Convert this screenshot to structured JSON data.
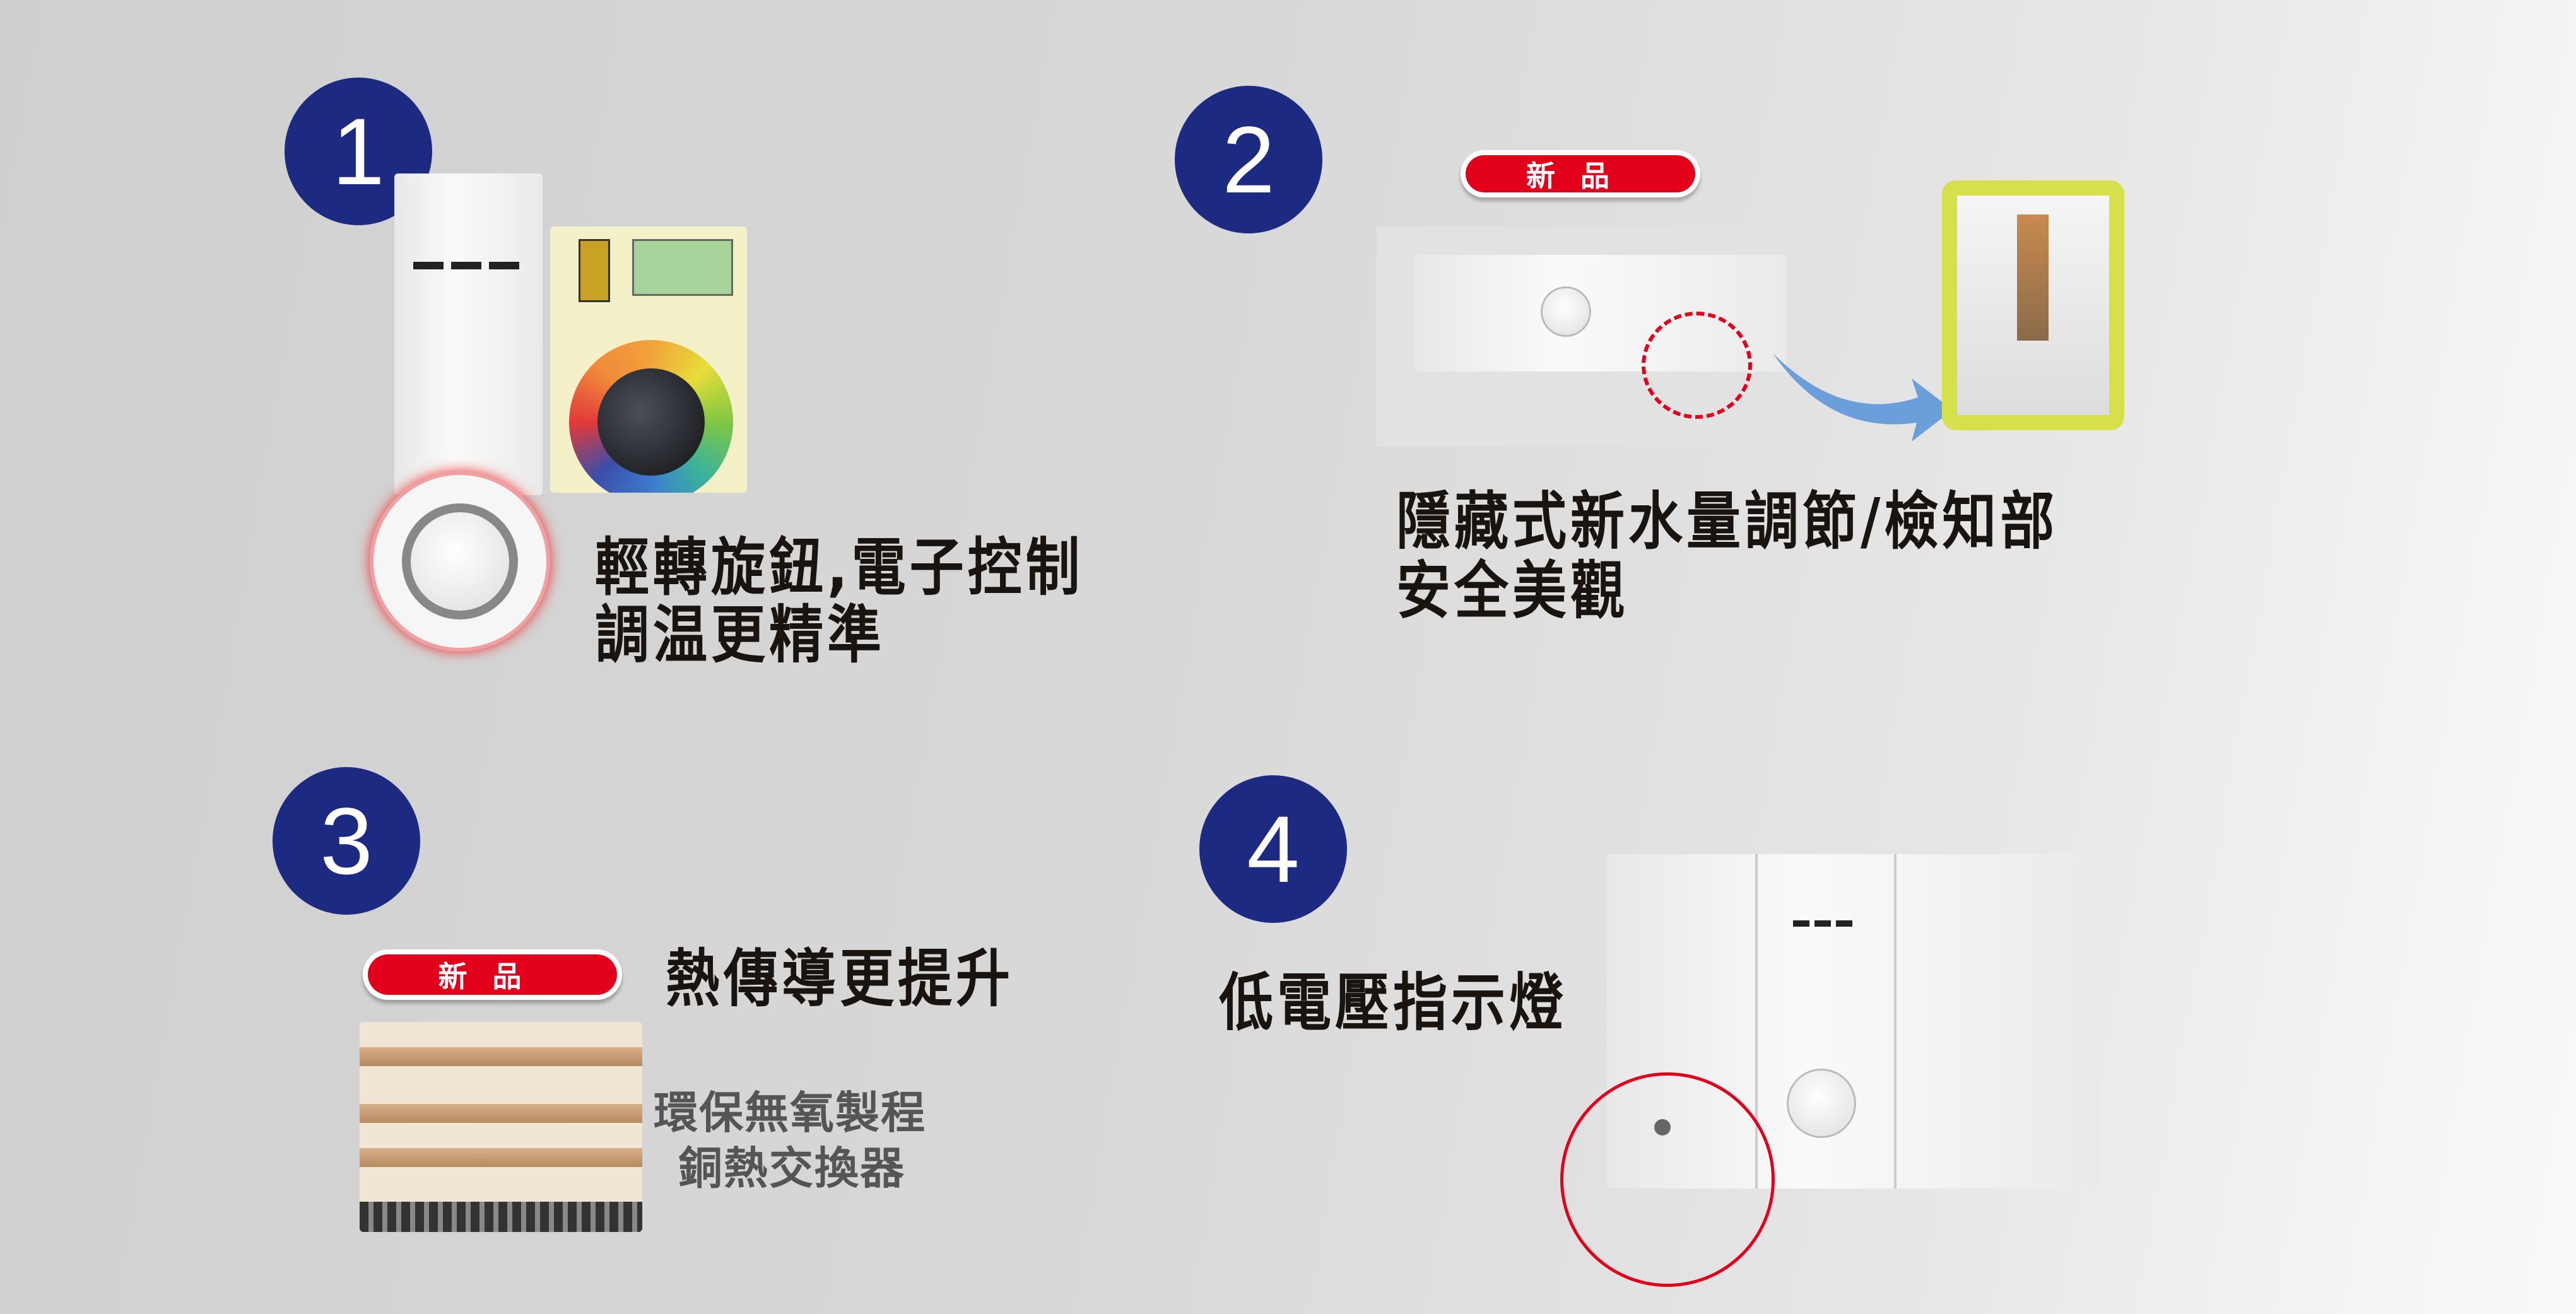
{
  "features": [
    {
      "number": "1",
      "title_lines": [
        "輕轉旋鈕,電子控制",
        "調温更精準"
      ]
    },
    {
      "number": "2",
      "badge": "新品",
      "title_lines": [
        "隱藏式新水量調節/檢知部",
        "安全美觀"
      ]
    },
    {
      "number": "3",
      "badge": "新品",
      "title_lines": [
        "熱傳導更提升"
      ],
      "sub_lines": [
        "環保無氧製程",
        "銅熱交換器"
      ]
    },
    {
      "number": "4",
      "title_lines": [
        "低電壓指示燈"
      ]
    }
  ],
  "colors": {
    "number_circle": "#1c2a82",
    "badge": "#e3001b",
    "highlight": "#e3001b",
    "arrow": "#6a9fdc",
    "frame": "#d6e04a"
  }
}
